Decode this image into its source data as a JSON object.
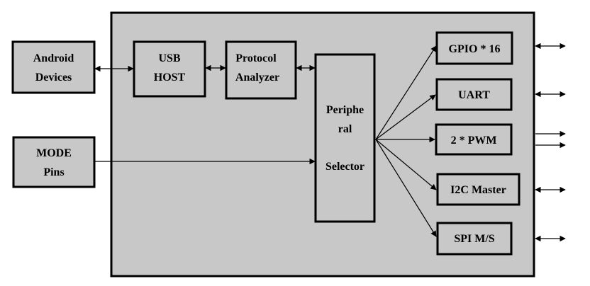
{
  "diagram": {
    "blocks": {
      "android": {
        "line1": "Android",
        "line2": "Devices"
      },
      "mode": {
        "line1": "MODE",
        "line2": "Pins"
      },
      "usb_host": {
        "line1": "USB",
        "line2": "HOST"
      },
      "protocol_analyzer": {
        "line1": "Protocol",
        "line2": "Analyzer"
      },
      "peripheral_selector": {
        "line1": "Periphe",
        "line2": "ral",
        "line3": "Selector"
      },
      "gpio": {
        "label": "GPIO * 16"
      },
      "uart": {
        "label": "UART"
      },
      "pwm": {
        "label": "2 * PWM"
      },
      "i2c": {
        "label": "I2C Master"
      },
      "spi": {
        "label": "SPI M/S"
      }
    },
    "colors": {
      "block_fill": "#c8c8c8",
      "stroke": "#000000",
      "background": "#ffffff"
    }
  }
}
